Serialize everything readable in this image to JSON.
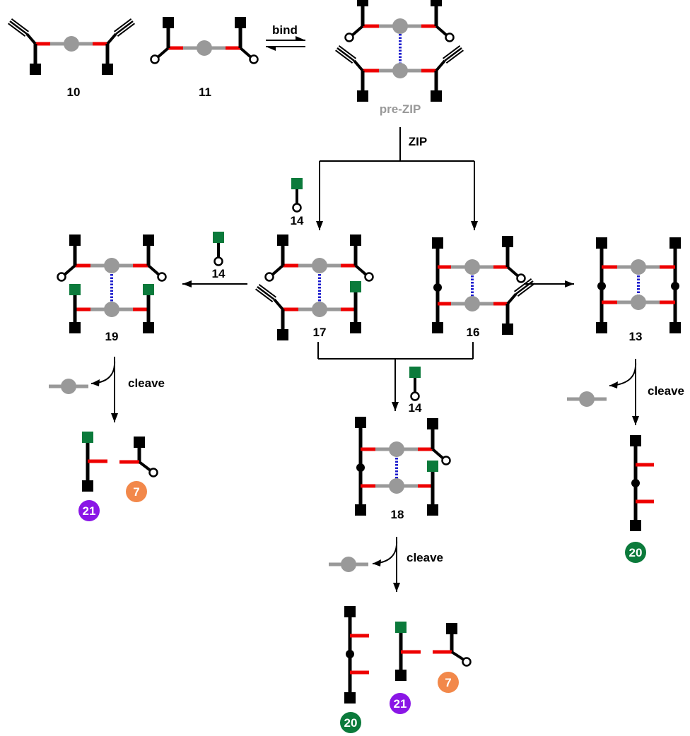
{
  "colors": {
    "bond": "#000000",
    "linker": "#ee0000",
    "core": "#999999",
    "hbond": "#1a1acc",
    "green": "#0b7a3b",
    "purple": "#8a16e6",
    "orange": "#f2884a",
    "badge_text": "#ffffff"
  },
  "compounds": {
    "c10": "10",
    "c11": "11",
    "pre_zip": "pre-ZIP",
    "c14_a": "14",
    "c14_b": "14",
    "c14_c": "14",
    "c19": "19",
    "c17": "17",
    "c16": "16",
    "c13": "13",
    "c18": "18",
    "c21_a": "21",
    "c7_a": "7",
    "c20_a": "20",
    "c20_b": "20",
    "c21_b": "21",
    "c7_b": "7"
  },
  "steps": {
    "bind": "bind",
    "zip": "ZIP",
    "cleave_a": "cleave",
    "cleave_b": "cleave",
    "cleave_c": "cleave"
  }
}
